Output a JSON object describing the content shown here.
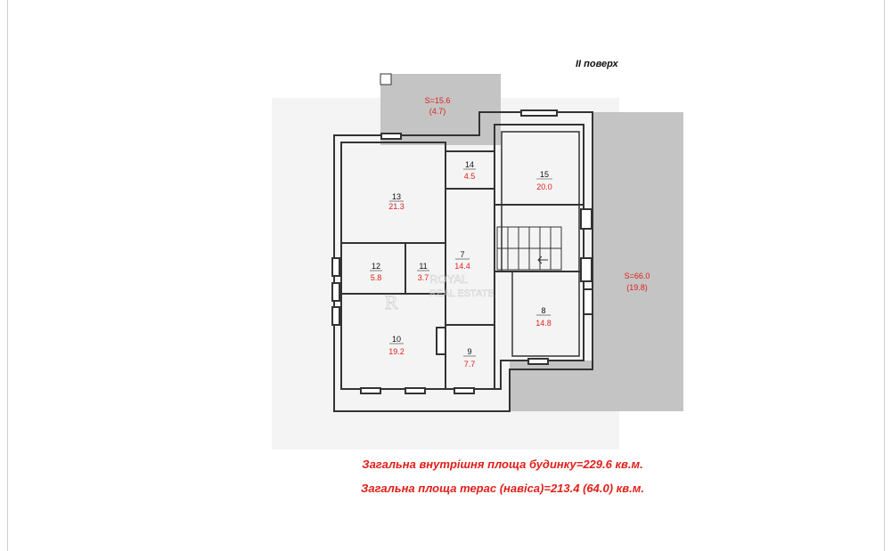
{
  "floor_label": "II поверх",
  "colors": {
    "room_number": "#111111",
    "room_area": "#e0201a",
    "terrace": "#c4c4c4",
    "wall": "#333333",
    "summary": "#e0201a"
  },
  "rooms": [
    {
      "number": "13",
      "area": "21.3"
    },
    {
      "number": "14",
      "area": "4.5"
    },
    {
      "number": "15",
      "area": "20.0"
    },
    {
      "number": "12",
      "area": "5.8"
    },
    {
      "number": "11",
      "area": "3.7"
    },
    {
      "number": "7",
      "area": "14.4"
    },
    {
      "number": "8",
      "area": "14.8"
    },
    {
      "number": "10",
      "area": "19.2"
    },
    {
      "number": "9",
      "area": "7.7"
    }
  ],
  "terraces": [
    {
      "area": "S=15.6",
      "covered": "(4.7)"
    },
    {
      "area": "S=66.0",
      "covered": "(19.8)"
    }
  ],
  "watermark": {
    "line1": "ROYAL",
    "line2": "REAL ESTATE"
  },
  "summary": {
    "line1": "Загальна внутрішня площа будинку=229.6 кв.м.",
    "line2": "Загальна площа терас (навіса)=213.4 (64.0) кв.м."
  }
}
